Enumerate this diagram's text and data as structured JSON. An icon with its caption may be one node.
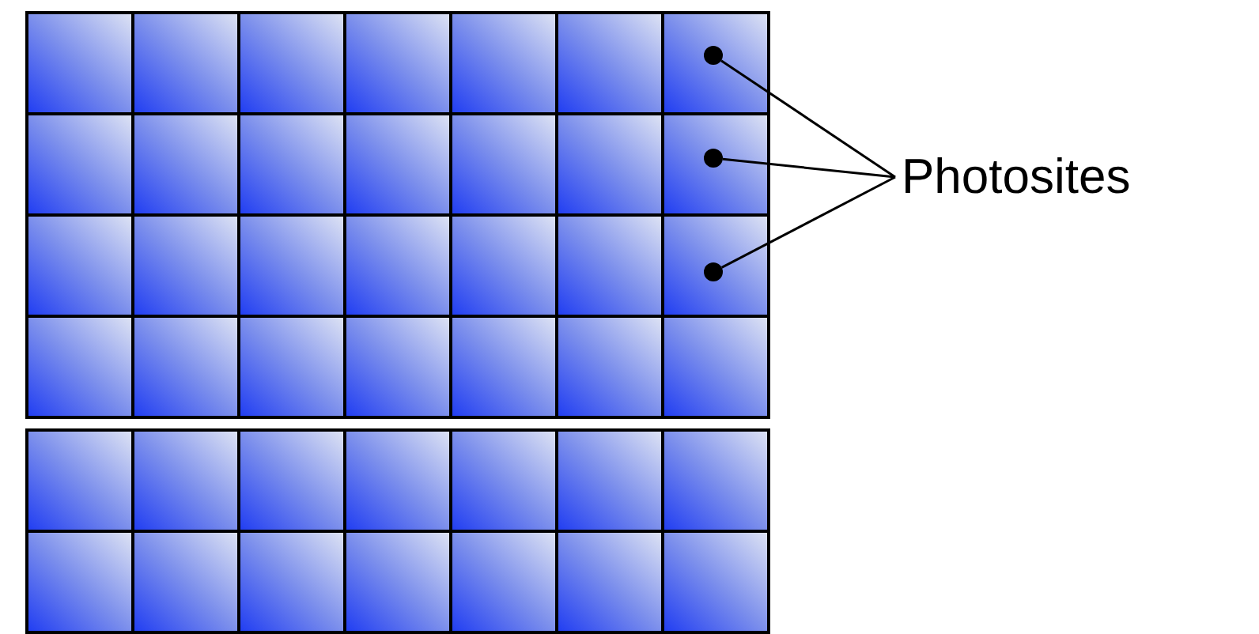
{
  "diagram": {
    "nodes": [
      {
        "text": [],
        "shape": "circle"
      },
      {
        "text": [],
        "shape": "circle"
      },
      {
        "text": [],
        "shape": "circle"
      },
      {
        "text": [
          "Photosites"
        ]
      }
    ],
    "edges": [
      {
        "from": 3,
        "to": 0,
        "arrow": "none"
      },
      {
        "from": 3,
        "to": 1,
        "arrow": "none"
      },
      {
        "from": 3,
        "to": 2,
        "arrow": "none"
      }
    ]
  }
}
